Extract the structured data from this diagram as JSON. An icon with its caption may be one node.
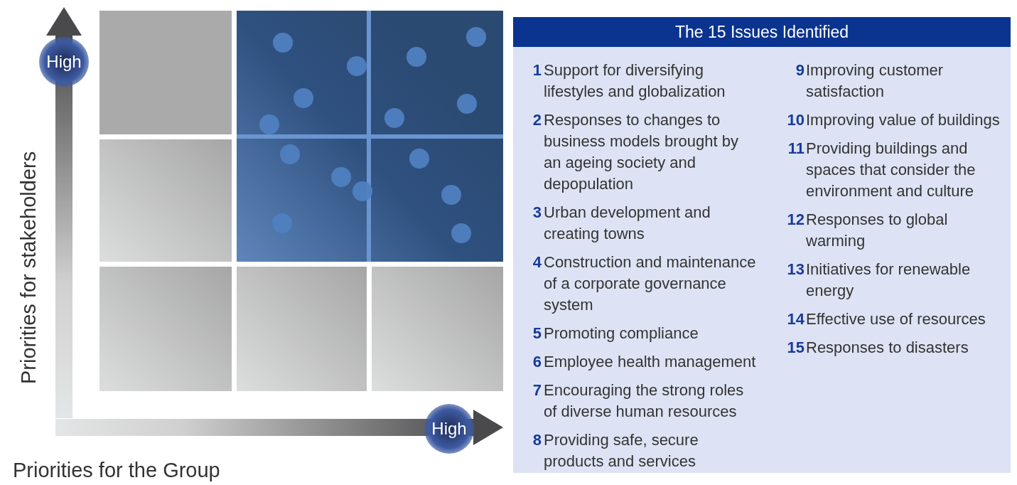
{
  "diagram": {
    "nodes": [
      {
        "text": [
          "The 15 Issues Identified"
        ]
      },
      {
        "text": [
          "High"
        ]
      },
      {
        "text": [
          "High"
        ]
      }
    ],
    "labels": [
      "Priorities for stakeholders",
      "Priorities for the Group",
      "1",
      "Support for diversifying lifestyles and globalization",
      "2",
      "Responses to changes to business models brought by an ageing society and depopulation",
      "3",
      "Urban development and creating towns",
      "4",
      "Construction and maintenance of a corporate governance system",
      "5",
      "Promoting compliance",
      "6",
      "Employee health management",
      "7",
      "Encouraging the strong roles of diverse human resources",
      "8",
      "Providing safe, secure products and services",
      "9",
      "Improving customer satisfaction",
      "10",
      "Improving value of buildings",
      "11",
      "Providing buildings and spaces that consider the environment and culture",
      "12",
      "Responses to global warming",
      "13",
      "Initiatives for renewable energy",
      "14",
      "Effective use of resources",
      "15",
      "Responses to disasters"
    ]
  }
}
